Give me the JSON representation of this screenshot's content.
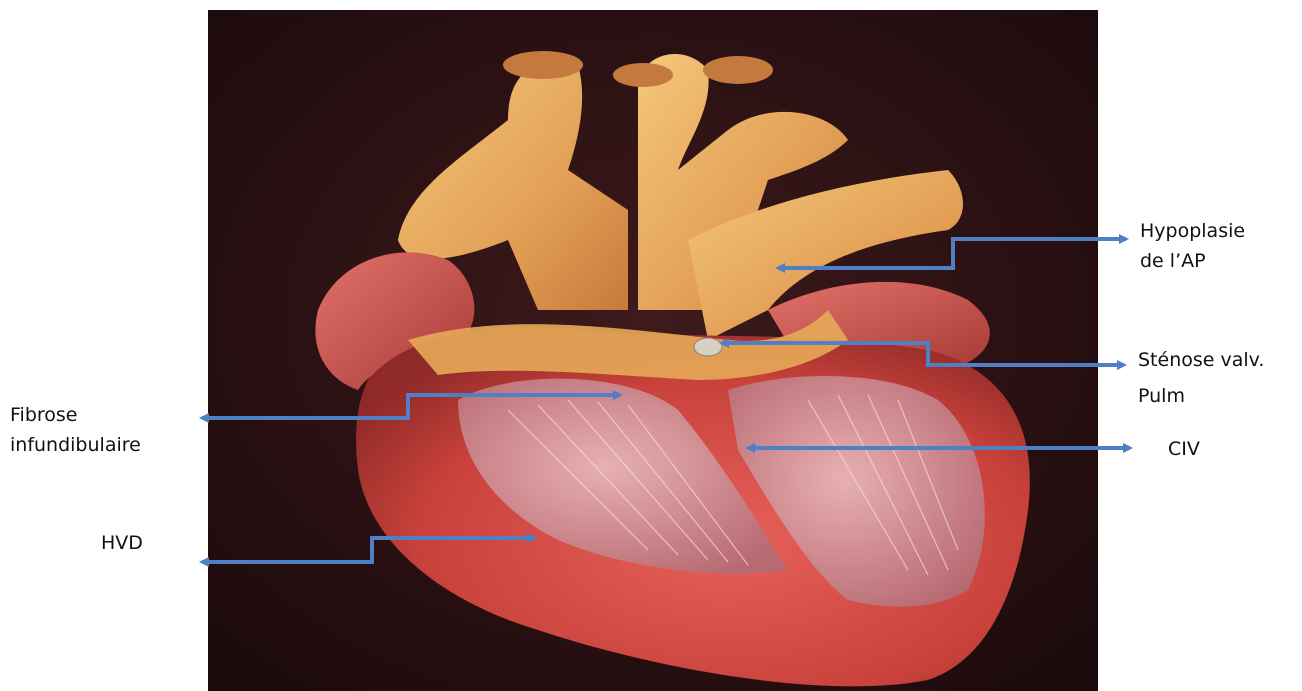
{
  "labels": {
    "hypoplasie_line1": "Hypoplasie",
    "hypoplasie_line2": "de l’AP",
    "stenose_line1": "Sténose valv.",
    "stenose_line2": "Pulm",
    "fibrose_line1": "Fibrose",
    "fibrose_line2": "infundibulaire",
    "civ": "CIV",
    "hvd": "HVD"
  },
  "colors": {
    "background": "#2a1214",
    "arrow": "#4f7fc4",
    "aorta": "#e8b060",
    "myocardium": "#c9453a",
    "ventricle_interior": "#d9949a"
  },
  "icons": {
    "arrows": "double-headed-arrow"
  }
}
